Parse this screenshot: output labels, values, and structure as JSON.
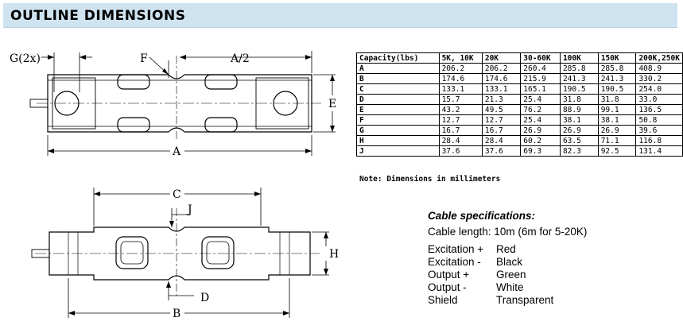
{
  "header": {
    "title": "OUTLINE DIMENSIONS"
  },
  "drawing_labels": {
    "g2x": "G(2x)",
    "f": "F",
    "a_half": "A/2",
    "e": "E",
    "a": "A",
    "c": "C",
    "j": "J",
    "h": "H",
    "d": "D",
    "b": "B"
  },
  "table": {
    "headers": [
      "Capacity(lbs)",
      "5K, 10K",
      "20K",
      "30-60K",
      "100K",
      "150K",
      "200K,250K"
    ],
    "rows": [
      [
        "A",
        "206.2",
        "206.2",
        "260.4",
        "285.8",
        "285.8",
        "408.9"
      ],
      [
        "B",
        "174.6",
        "174.6",
        "215.9",
        "241.3",
        "241.3",
        "330.2"
      ],
      [
        "C",
        "133.1",
        "133.1",
        "165.1",
        "190.5",
        "190.5",
        "254.0"
      ],
      [
        "D",
        "15.7",
        "21.3",
        "25.4",
        "31.8",
        "31.8",
        "33.0"
      ],
      [
        "E",
        "43.2",
        "49.5",
        "76.2",
        "88.9",
        "99.1",
        "136.5"
      ],
      [
        "F",
        "12.7",
        "12.7",
        "25.4",
        "38.1",
        "38.1",
        "50.8"
      ],
      [
        "G",
        "16.7",
        "16.7",
        "26.9",
        "26.9",
        "26.9",
        "39.6"
      ],
      [
        "H",
        "28.4",
        "28.4",
        "60.2",
        "63.5",
        "71.1",
        "116.8"
      ],
      [
        "J",
        "37.6",
        "37.6",
        "69.3",
        "82.3",
        "92.5",
        "131.4"
      ]
    ],
    "note": "Note: Dimensions in millimeters"
  },
  "cable": {
    "title": "Cable specifications:",
    "length": "Cable length: 10m (6m for 5-20K)",
    "wires": [
      {
        "signal": "Excitation +",
        "color": "Red"
      },
      {
        "signal": "Excitation -",
        "color": "Black"
      },
      {
        "signal": "Output +",
        "color": "Green"
      },
      {
        "signal": "Output -",
        "color": "White"
      },
      {
        "signal": "Shield",
        "color": "Transparent"
      }
    ]
  }
}
